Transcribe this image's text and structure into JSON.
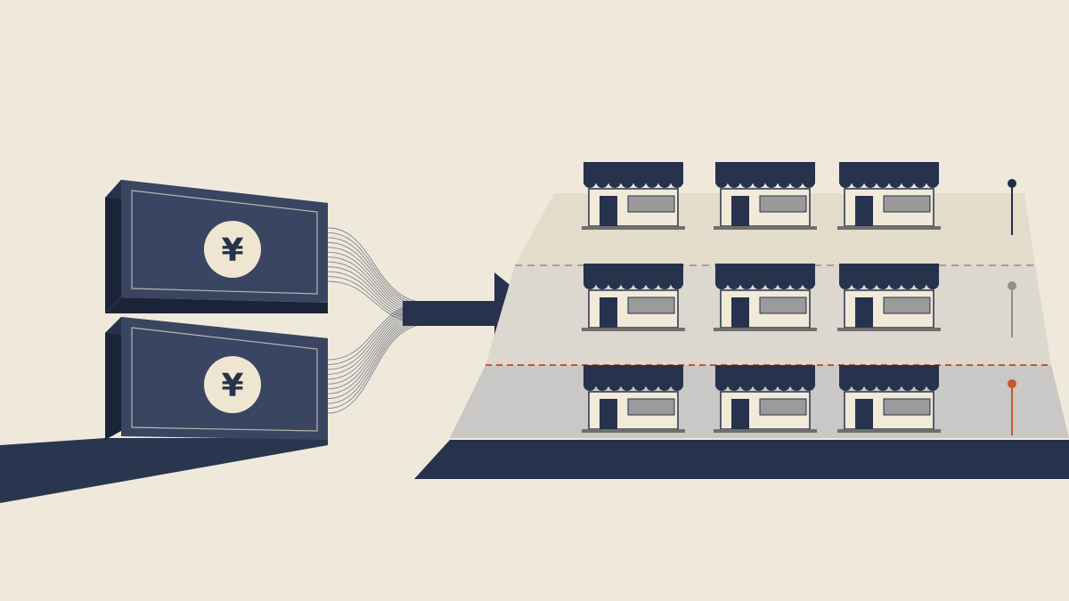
{
  "illustration": {
    "currency_symbol": "¥",
    "banknote_count": 2,
    "store_rows": 3,
    "stores_per_row": 3,
    "row_marker_colors": [
      "#1f2b47",
      "#8e8e8e",
      "#c9562a"
    ]
  },
  "colors": {
    "background": "#efe9dc",
    "navy": "#27324c",
    "navy_dark": "#1b2338",
    "shadow": "#2a3550",
    "note_face": "#3a4561",
    "coin": "#efe6d2",
    "tier_top": "#e3dccb",
    "tier_mid": "#dcd8d0",
    "tier_bottom": "#c9c8c6",
    "store_wall": "#f1ead8",
    "store_window": "#9a9a9a",
    "accent_orange": "#c9562a",
    "accent_gray": "#8e8e8e"
  },
  "icons": {
    "banknote": "yen-banknote-icon",
    "arrow": "flow-arrow-icon",
    "store": "storefront-icon",
    "marker": "pin-marker-icon"
  }
}
